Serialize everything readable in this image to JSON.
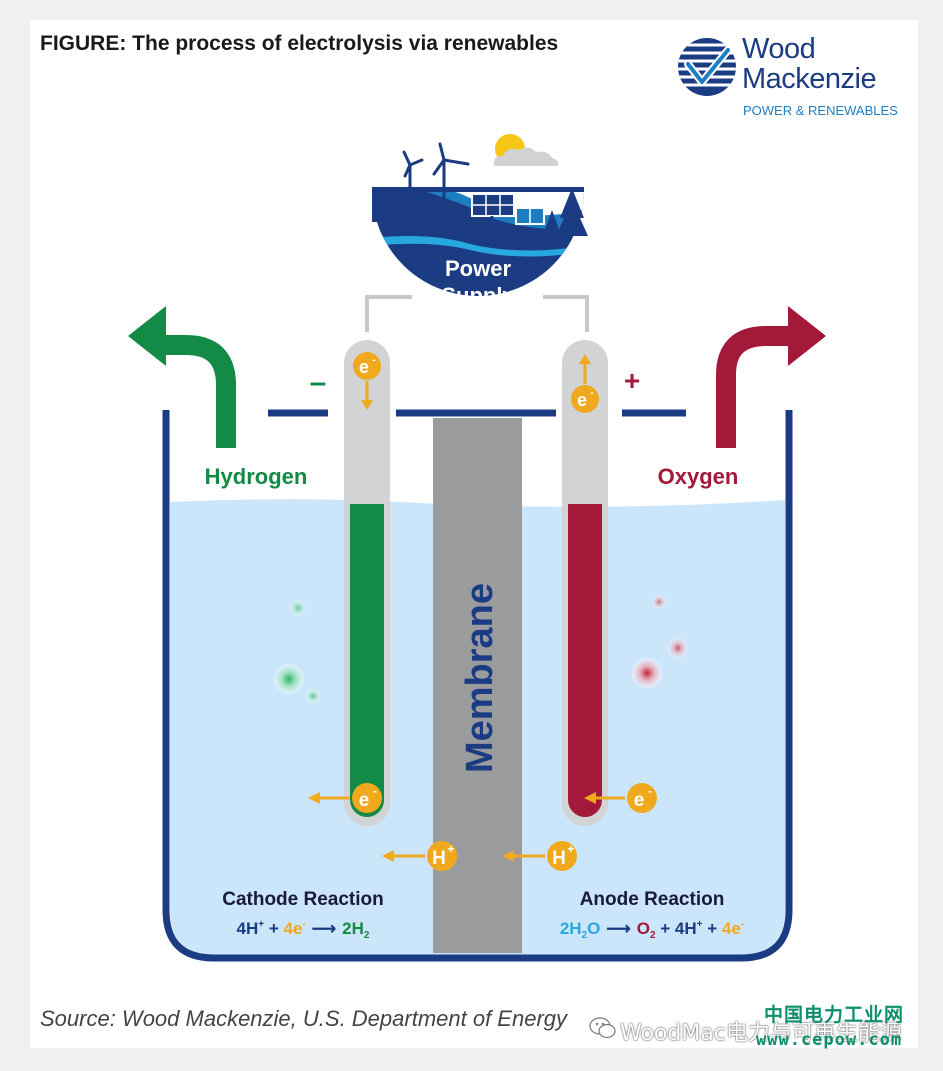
{
  "header": {
    "title": "FIGURE: The process of electrolysis via renewables",
    "brand_line1": "Wood",
    "brand_line2": "Mackenzie",
    "brand_tagline": "POWER & RENEWABLES"
  },
  "power_supply": {
    "line1": "Power",
    "line2": "Supply"
  },
  "terminals": {
    "negative": "–",
    "positive": "+"
  },
  "gases": {
    "left": "Hydrogen",
    "right": "Oxygen"
  },
  "membrane_label": "Membrane",
  "particles": {
    "electron": "e",
    "electron_sup": "-",
    "proton": "H",
    "proton_sup": "+"
  },
  "cathode": {
    "title": "Cathode Reaction",
    "eq": {
      "a": "4H",
      "a_sup": "+",
      "plus1": " + ",
      "b": "4e",
      "b_sup": "-",
      "arrow": "⟶",
      "c": "2H",
      "c_sub": "2"
    }
  },
  "anode": {
    "title": "Anode Reaction",
    "eq": {
      "a": "2H",
      "a_sub": "2",
      "a2": "O",
      "arrow": "⟶",
      "b": "O",
      "b_sub": "2",
      "plus1": " + ",
      "c": "4H",
      "c_sup": "+",
      "plus2": " + ",
      "d": "4e",
      "d_sup": "-"
    }
  },
  "footer": {
    "source": "Source: Wood Mackenzie, U.S. Department of Energy",
    "watermark": "WoodMac电力与可再生能源",
    "watermark_cn": "中国电力工业网",
    "watermark_url": "www.cepow.com"
  },
  "colors": {
    "navy": "#1b3c83",
    "green": "#138a45",
    "red": "#a3193a",
    "orange": "#f0a81c",
    "membrane": "#9a9b9d",
    "water": "#cbe6fa",
    "electrode_gray": "#d1d3d4",
    "cyan": "#28a8e0"
  },
  "icons": [
    "wind-turbine-icon",
    "solar-panel-icon",
    "sun-icon",
    "cloud-icon",
    "tree-icon",
    "wechat-icon"
  ]
}
